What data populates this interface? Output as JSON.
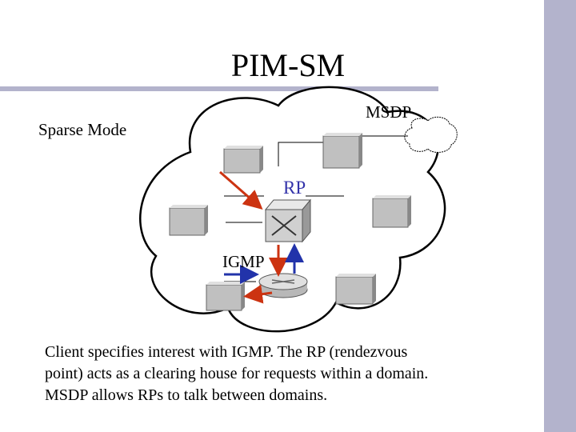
{
  "slide": {
    "title": "PIM-SM",
    "labels": {
      "sparse_mode": "Sparse Mode",
      "msdp": "MSDP",
      "rp": "RP",
      "igmp": "IGMP"
    },
    "caption_lines": [
      "Client specifies interest with IGMP.  The RP (rendezvous",
      "point) acts as a clearing house for requests within a domain.",
      "MSDP allows RPs to talk between domains."
    ],
    "colors": {
      "sidebar": "#b3b3cc",
      "rp_label": "#3333aa",
      "arrow_red": "#cc3311",
      "arrow_blue": "#2233aa"
    },
    "icons": [
      "network-cloud",
      "small-cloud",
      "host-box",
      "switch",
      "router"
    ]
  }
}
